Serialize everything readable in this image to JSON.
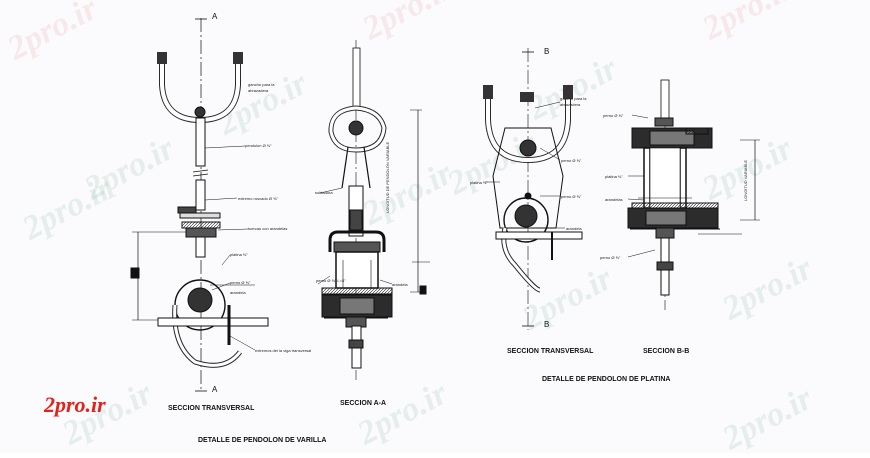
{
  "watermark": {
    "text": "2pro.ir"
  },
  "logo": {
    "text": "2pro.ir",
    "color": "#e3221a"
  },
  "colors": {
    "line": "#111111",
    "bolt": "#3a3a3a",
    "tint": "#e9dff0"
  },
  "section_marks": {
    "a": "A",
    "b": "B"
  },
  "titles": {
    "left_transversal": "SECCION TRANSVERSAL",
    "left_section": "SECCION A-A",
    "left_detail": "DETALLE DE PENDOLON DE VARILLA",
    "right_transversal": "SECCION TRANSVERSAL",
    "right_section": "SECCION B-B",
    "right_detail": "DETALLE DE PENDOLON DE PLATINA"
  },
  "notes": {
    "n1": "gancho para la",
    "n2": "abrazadera",
    "n3": "pendolon Ø ⅝\"",
    "n4": "extremo roscado Ø ⅝\"",
    "n5": "tuercas con arandelas",
    "n6": "platina ⅜\"",
    "n7": "perno Ø ⅝\"",
    "n8": "arandela",
    "n9": "extremos del la viga transversal",
    "n10": "soldadura",
    "n11": "perno Ø ⅝\" L=5\"",
    "n12": "arandela",
    "n13": "LONGITUD DE PENDOLON VARIABLE",
    "n14": "gancho para la",
    "n15": "abrazadera",
    "n16": "perno Ø ⅝\"",
    "n17": "platina ⅜\"",
    "n18": "perno Ø ⅝\"",
    "n19": "arandela",
    "n20": "perno Ø ⅝\"",
    "n21": "platina ⅜\"",
    "n22": "arandelas",
    "n23": "perno Ø ⅝\"",
    "n24": "LONGITUD VARIABLE"
  }
}
